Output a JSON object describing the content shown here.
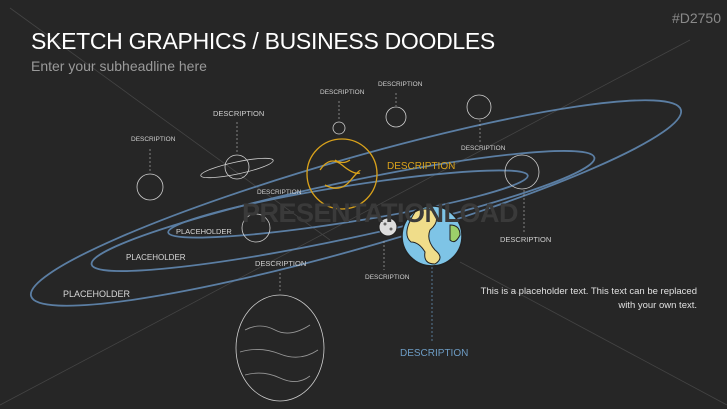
{
  "header": {
    "title": "SKETCH GRAPHICS / BUSINESS DOODLES",
    "subtitle": "Enter your subheadline here",
    "code": "#D2750"
  },
  "watermark": "PRESENTATIONLOAD",
  "labels": {
    "d1": "DESCRIPTION",
    "d2": "DESCRIPTION",
    "d3": "DESCRIPTION",
    "d4": "DESCRIPTION",
    "d5": "DESCRIPTION",
    "sun": "DESCRIPTION",
    "d6": "DESCRIPTION",
    "d7": "DESCRIPTION",
    "d8": "DESCRIPTION",
    "d9": "DESCRIPTION",
    "earth": "DESCRIPTION",
    "ph1": "PLACEHOLDER",
    "ph2": "PLACEHOLDER",
    "ph3": "PLACEHOLDER"
  },
  "paragraph": "This is a placeholder text. This text can be replaced with your own text.",
  "colors": {
    "background": "#262626",
    "orbit": "#5b7ea3",
    "sun": "#d9a21b",
    "earth_label": "#6d9cc4"
  }
}
